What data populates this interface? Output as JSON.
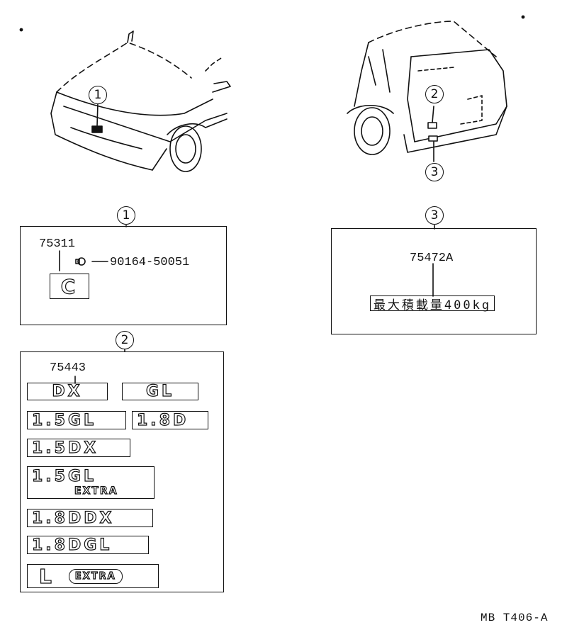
{
  "callouts": {
    "front_1": "1",
    "rear_2": "2",
    "rear_3": "3",
    "sec_1": "1",
    "sec_2": "2",
    "sec_3": "3"
  },
  "section1": {
    "emblem_part": "75311",
    "screw_part": "90164-50051",
    "emblem_text": "C"
  },
  "section3": {
    "part": "75472A",
    "plate_text": "最大積載量400kg"
  },
  "section2": {
    "part": "75443",
    "emblems": [
      "DX",
      "GL",
      "1.5GL",
      "1.8D",
      "1.5DX",
      "1.5GL",
      "EXTRA",
      "1.8DDX",
      "1.8DGL",
      "L",
      "EXTRA"
    ]
  },
  "diagram_code": "MB T406-A"
}
